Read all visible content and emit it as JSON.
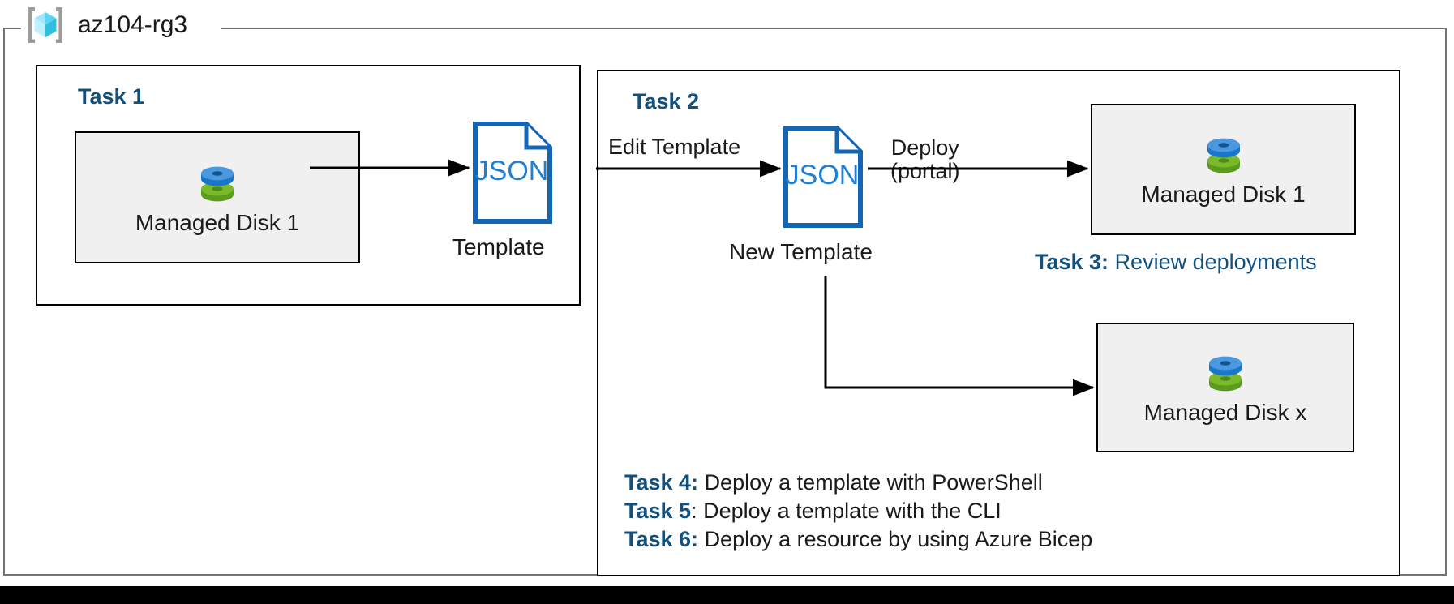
{
  "resource_group": {
    "name": "az104-rg3",
    "icon": "resource-group-cube-icon"
  },
  "task1": {
    "heading": "Task 1",
    "resource": {
      "icon": "managed-disk-icon",
      "label": "Managed Disk 1"
    },
    "template": {
      "icon": "json-document-icon",
      "doc_text": "JSON",
      "caption": "Template"
    }
  },
  "task2": {
    "heading": "Task 2",
    "edit_label": "Edit Template",
    "template": {
      "icon": "json-document-icon",
      "doc_text": "JSON",
      "caption": "New Template"
    },
    "deploy_label_top": "Deploy",
    "deploy_label_bottom": "(portal)",
    "deployed_resource": {
      "icon": "managed-disk-icon",
      "label": "Managed Disk 1"
    },
    "scaled_resource": {
      "icon": "managed-disk-icon",
      "label": "Managed Disk x"
    }
  },
  "task3": {
    "key": "Task 3:",
    "description": "Review deployments"
  },
  "task_list": [
    {
      "key": "Task 4:",
      "description": "Deploy a template with PowerShell"
    },
    {
      "key": "Task 5",
      "description": ": Deploy a template with the CLI"
    },
    {
      "key": "Task 6:",
      "description": "Deploy a resource by using Azure Bicep"
    }
  ],
  "colors": {
    "accent_blue": "#12507e",
    "json_blue": "#1565b5",
    "disk_blue": "#3b8fdc",
    "disk_green": "#72b12a",
    "card_fill": "#f0f0f0",
    "frame_gray": "#737373",
    "text_black": "#1a1a1a"
  }
}
